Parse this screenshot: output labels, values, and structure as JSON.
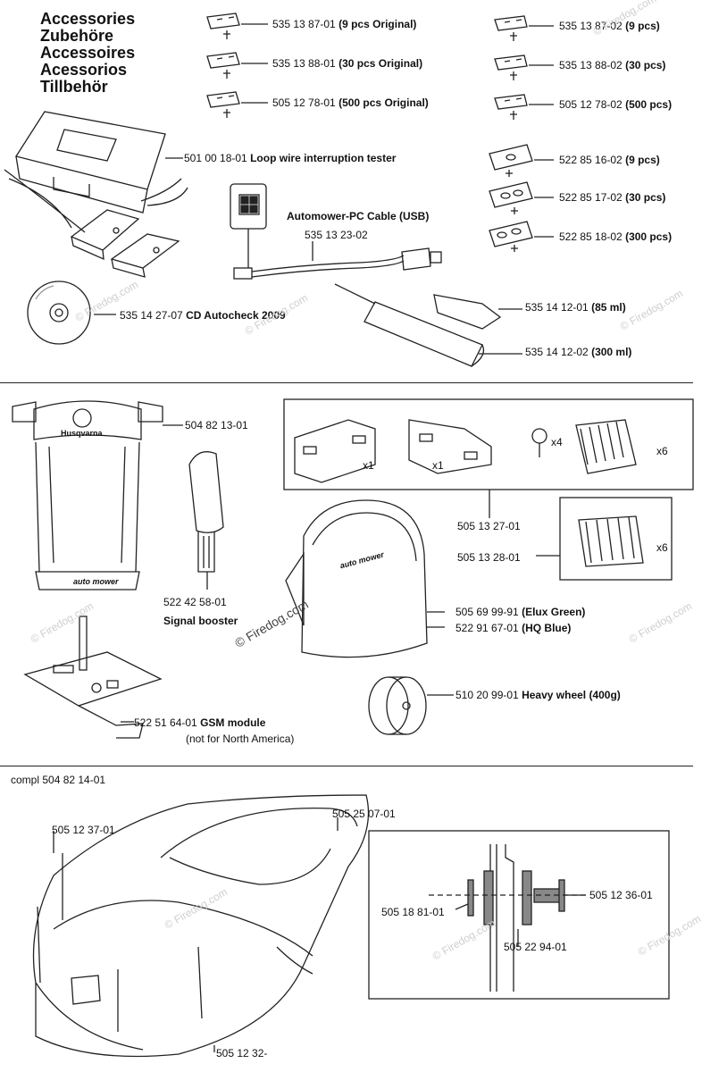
{
  "title_lines": [
    "Accessories",
    "Zubehöre",
    "Accessoires",
    "Acessorios",
    "Tillbehör"
  ],
  "parts": {
    "blade_9_orig": {
      "num": "535 13 87-01",
      "desc": "(9 pcs Original)"
    },
    "blade_30_orig": {
      "num": "535 13 88-01",
      "desc": "(30 pcs Original)"
    },
    "blade_500_orig": {
      "num": "505 12 78-01",
      "desc": "(500 pcs Original)"
    },
    "blade_9": {
      "num": "535 13 87-02",
      "desc": "(9 pcs)"
    },
    "blade_30": {
      "num": "535 13 88-02",
      "desc": "(30 pcs)"
    },
    "blade_500": {
      "num": "505 12 78-02",
      "desc": "(500 pcs)"
    },
    "loop_tester": {
      "num": "501 00 18-01",
      "desc": "Loop wire interruption tester"
    },
    "plate_9": {
      "num": "522 85 16-02",
      "desc": "(9 pcs)"
    },
    "plate_30": {
      "num": "522 85 17-02",
      "desc": "(30 pcs)"
    },
    "plate_300": {
      "num": "522 85 18-02",
      "desc": "(300 pcs)"
    },
    "pc_cable": {
      "num": "535 13 23-02",
      "desc": "Automower-PC Cable (USB)"
    },
    "cd": {
      "num": "535 14 27-07",
      "desc": "CD Autocheck 2009"
    },
    "grease_85": {
      "num": "535 14 12-01",
      "desc": "(85 ml)"
    },
    "grease_300": {
      "num": "535 14 12-02",
      "desc": "(300 ml)"
    },
    "garage": {
      "num": "504 82 13-01",
      "brand": "Husqvarna",
      "logo": "auto mower"
    },
    "bracket_kit": {
      "num": "505 13 27-01",
      "qty_bracket": "x1",
      "qty_screw": "x4",
      "qty_brush": "x6"
    },
    "brush_kit": {
      "num": "505 13 28-01",
      "qty_brush": "x6"
    },
    "signal_booster": {
      "num": "522 42 58-01",
      "desc": "Signal booster"
    },
    "bag_green": {
      "num": "505 69 99-91",
      "desc": "(Elux Green)"
    },
    "bag_blue": {
      "num": "522 91 67-01",
      "desc": "(HQ Blue)"
    },
    "bag_logo": "auto mower",
    "heavy_wheel": {
      "num": "510 20 99-01",
      "desc": "Heavy wheel (400g)"
    },
    "gsm": {
      "num": "522 51 64-01",
      "desc": "GSM module",
      "note": "(not for North America)"
    },
    "compl": {
      "label": "compl 504 82 14-01"
    },
    "cover_screw": {
      "num": "505 12 37-01"
    },
    "cover_frame": {
      "num": "505 25 07-01"
    },
    "washer": {
      "num": "505 18 81-01"
    },
    "bushing": {
      "num": "505 22 94-01"
    },
    "pin": {
      "num": "505 12 36-01"
    },
    "bottom_part": {
      "num": "505 12 32-"
    }
  },
  "watermark": "© Firedog.com",
  "colors": {
    "ink": "#111111",
    "line": "#222222",
    "watermark": "#cfcfcf"
  }
}
